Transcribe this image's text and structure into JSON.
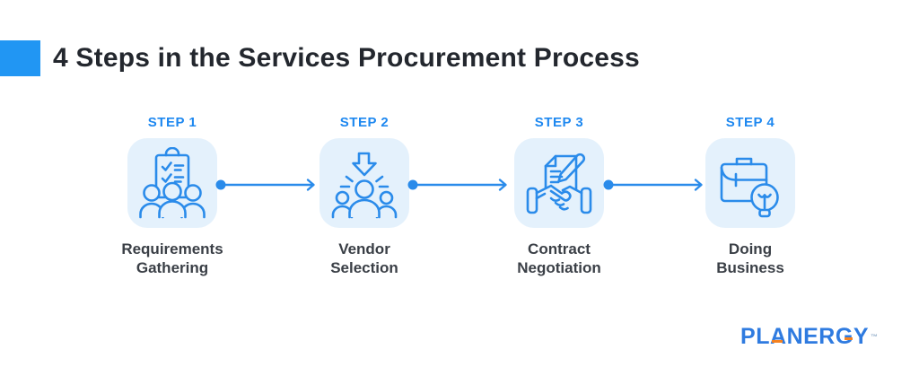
{
  "header": {
    "title": "4 Steps in the Services Procurement Process"
  },
  "colors": {
    "title_accent": "#2196F3",
    "title_text": "#23272E",
    "step_label_blue": "#1E88F0",
    "icon_stroke_blue": "#2A8BEA",
    "card_background": "#E4F1FC",
    "step_name_text": "#3A3F46",
    "logo_blue": "#2F7BE0",
    "logo_orange": "#F58220"
  },
  "steps": [
    {
      "label": "STEP 1",
      "name_line1": "Requirements",
      "name_line2": "Gathering",
      "icon": "clipboard-checklist-team-icon"
    },
    {
      "label": "STEP 2",
      "name_line1": "Vendor",
      "name_line2": "Selection",
      "icon": "person-selected-arrow-icon"
    },
    {
      "label": "STEP 3",
      "name_line1": "Contract",
      "name_line2": "Negotiation",
      "icon": "handshake-contract-pen-icon"
    },
    {
      "label": "STEP 4",
      "name_line1": "Doing",
      "name_line2": "Business",
      "icon": "briefcase-lightbulb-icon"
    }
  ],
  "connectors": {
    "count": 3,
    "style": "dot-line-arrow"
  },
  "logo": {
    "part1": "PL",
    "letter_a": "A",
    "part2": "NER",
    "letter_g": "G",
    "part3": "Y",
    "tm": "™"
  }
}
